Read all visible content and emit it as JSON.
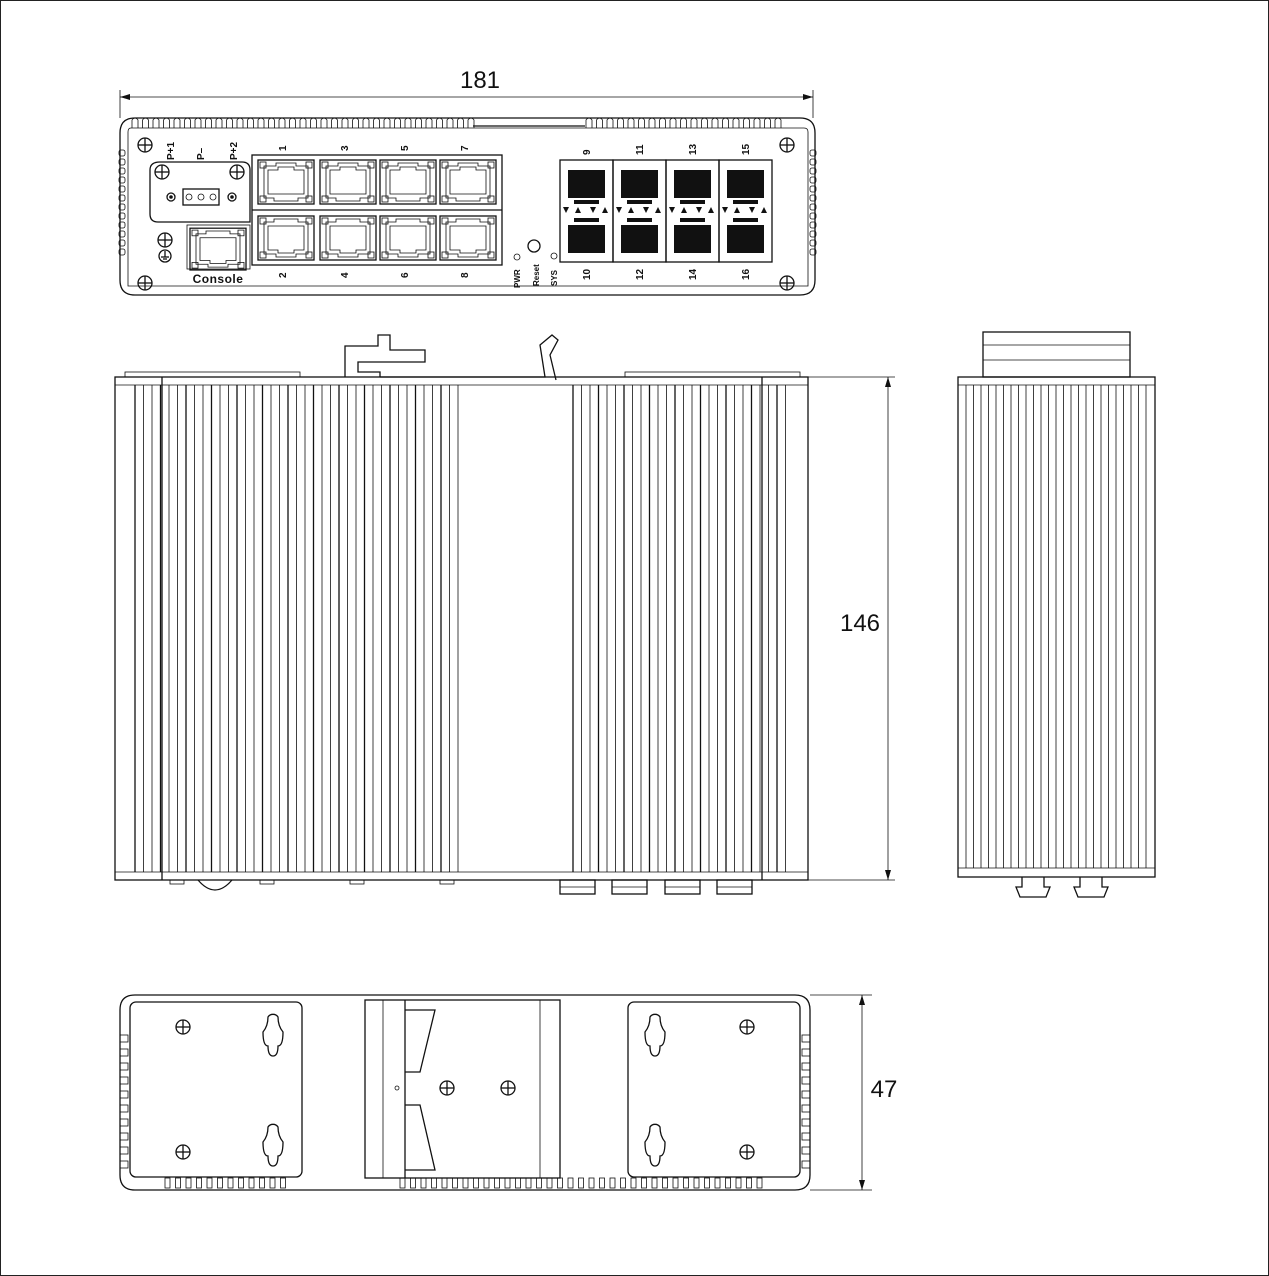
{
  "dimensions": {
    "width": "181",
    "height": "146",
    "depth": "47"
  },
  "front_panel": {
    "power_labels": [
      "P+1",
      "P–",
      "P+2"
    ],
    "console_label": "Console",
    "rj45_top_ports": [
      "1",
      "3",
      "5",
      "7"
    ],
    "rj45_bottom_ports": [
      "2",
      "4",
      "6",
      "8"
    ],
    "led_labels": {
      "pwr": "PWR",
      "reset": "Reset",
      "sys": "SYS"
    },
    "sfp_top_ports": [
      "9",
      "11",
      "13",
      "15"
    ],
    "sfp_bottom_ports": [
      "10",
      "12",
      "14",
      "16"
    ]
  },
  "icons": [
    "screw-icon",
    "ground-icon",
    "rj45-port-icon",
    "sfp-cage-icon",
    "keyhole-icon"
  ]
}
